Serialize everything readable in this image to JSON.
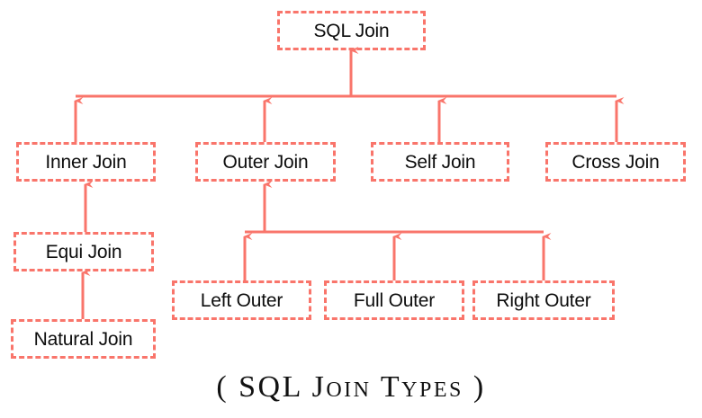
{
  "diagram": {
    "caption": "( SQL Join Types )",
    "colors": {
      "box_border": "#f9756b",
      "connector": "#f9756b",
      "text": "#0d0d0d",
      "background": "#ffffff"
    },
    "nodes": {
      "root": {
        "label": "SQL Join"
      },
      "inner": {
        "label": "Inner Join"
      },
      "outer": {
        "label": "Outer Join"
      },
      "self": {
        "label": "Self Join"
      },
      "cross": {
        "label": "Cross Join"
      },
      "equi": {
        "label": "Equi Join"
      },
      "natural": {
        "label": "Natural Join"
      },
      "left_outer": {
        "label": "Left Outer"
      },
      "full_outer": {
        "label": "Full Outer"
      },
      "right_outer": {
        "label": "Right Outer"
      }
    }
  }
}
